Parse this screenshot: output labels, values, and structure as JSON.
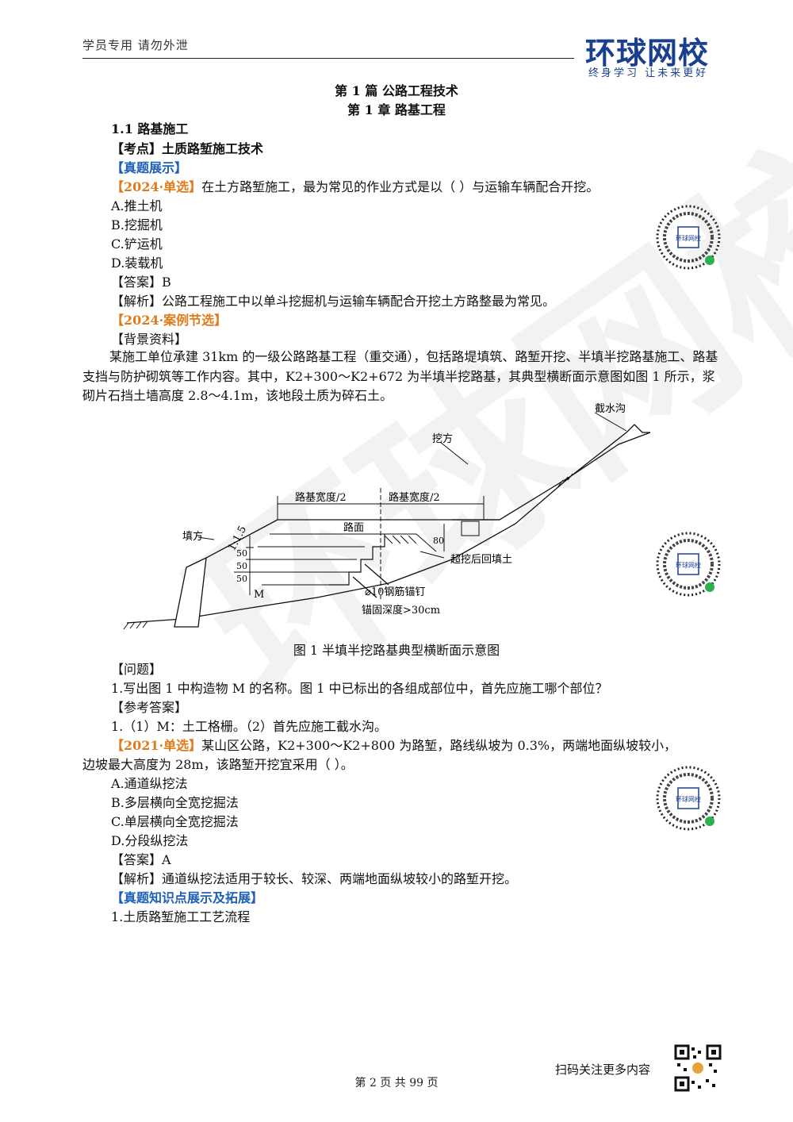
{
  "header": {
    "left_text": "学员专用 请勿外泄",
    "logo_text": "环球网校",
    "logo_slogan": "终身学习 让未来更好"
  },
  "titles": {
    "part": "第 1 篇 公路工程技术",
    "chapter": "第 1 章 路基工程"
  },
  "section": "1.1 路基施工",
  "kaodian": "【考点】土质路堑施工技术",
  "zhenti_label": "【真题展示】",
  "q1": {
    "tag": "【2024·单选】",
    "stem": "在土方路堑施工，最为常见的作业方式是以（    ）与运输车辆配合开挖。",
    "options": [
      "A.推土机",
      "B.挖掘机",
      "C.铲运机",
      "D.装载机"
    ],
    "answer": "【答案】B",
    "analysis": "【解析】公路工程施工中以单斗挖掘机与运输车辆配合开挖土方路整最为常见。"
  },
  "case": {
    "tag": "【2024·案例节选】",
    "background_label": "【背景资料】",
    "background": "某施工单位承建 31km 的一级公路路基工程（重交通），包括路堤填筑、路堑开挖、半填半挖路基施工、路基支挡与防护砌筑等工作内容。其中，K2+300～K2+672 为半填半挖路基，其典型横断面示意图如图 1 所示，浆砌片石挡土墙高度 2.8～4.1m，该地段土质为碎石土。",
    "figure_labels": {
      "jieshuigou": "截水沟",
      "wafang": "挖方",
      "tianfang": "填方",
      "half_width_left": "路基宽度/2",
      "half_width_right": "路基宽度/2",
      "lumian": "路面",
      "slope": "1:1.5",
      "dim_50_a": "50",
      "dim_50_b": "50",
      "dim_50_c": "50",
      "dim_80": "80",
      "chaowa": "超挖后回填土",
      "gangjin": "⌀10钢筋锚钉",
      "maogu": "锚固深度>30cm",
      "m": "M"
    },
    "caption": "图 1   半填半挖路基典型横断面示意图",
    "question_label": "【问题】",
    "question": "1.写出图 1 中构造物 M 的名称。图 1 中已标出的各组成部位中，首先应施工哪个部位？",
    "ref_label": "【参考答案】",
    "ref_answer": "1.（1）M：土工格栅。（2）首先应施工截水沟。"
  },
  "q2": {
    "tag": "【2021·单选】",
    "stem_line1": "某山区公路，K2+300～K2+800 为路堑，路线纵坡为 0.3%，两端地面纵坡较小，",
    "stem_line2": "边坡最大高度为 28m，该路堑开挖宜采用（    ）。",
    "options": [
      "A.通道纵挖法",
      "B.多层横向全宽挖掘法",
      "C.单层横向全宽挖掘法",
      "D.分段纵挖法"
    ],
    "answer": "【答案】A",
    "analysis": "【解析】通道纵挖法适用于较长、较深、两端地面纵坡较小的路堑开挖。"
  },
  "extend_label": "【真题知识点展示及拓展】",
  "extend_item": "1.土质路堑施工工艺流程",
  "footer": {
    "page": "第 2 页 共 99 页",
    "scan_text": "扫码关注更多内容"
  },
  "qr_text": "环球网校",
  "watermark": "环球网校",
  "colors": {
    "blue": "#1e5fb8",
    "orange": "#e07a1a",
    "logo": "#1a3f8f"
  }
}
